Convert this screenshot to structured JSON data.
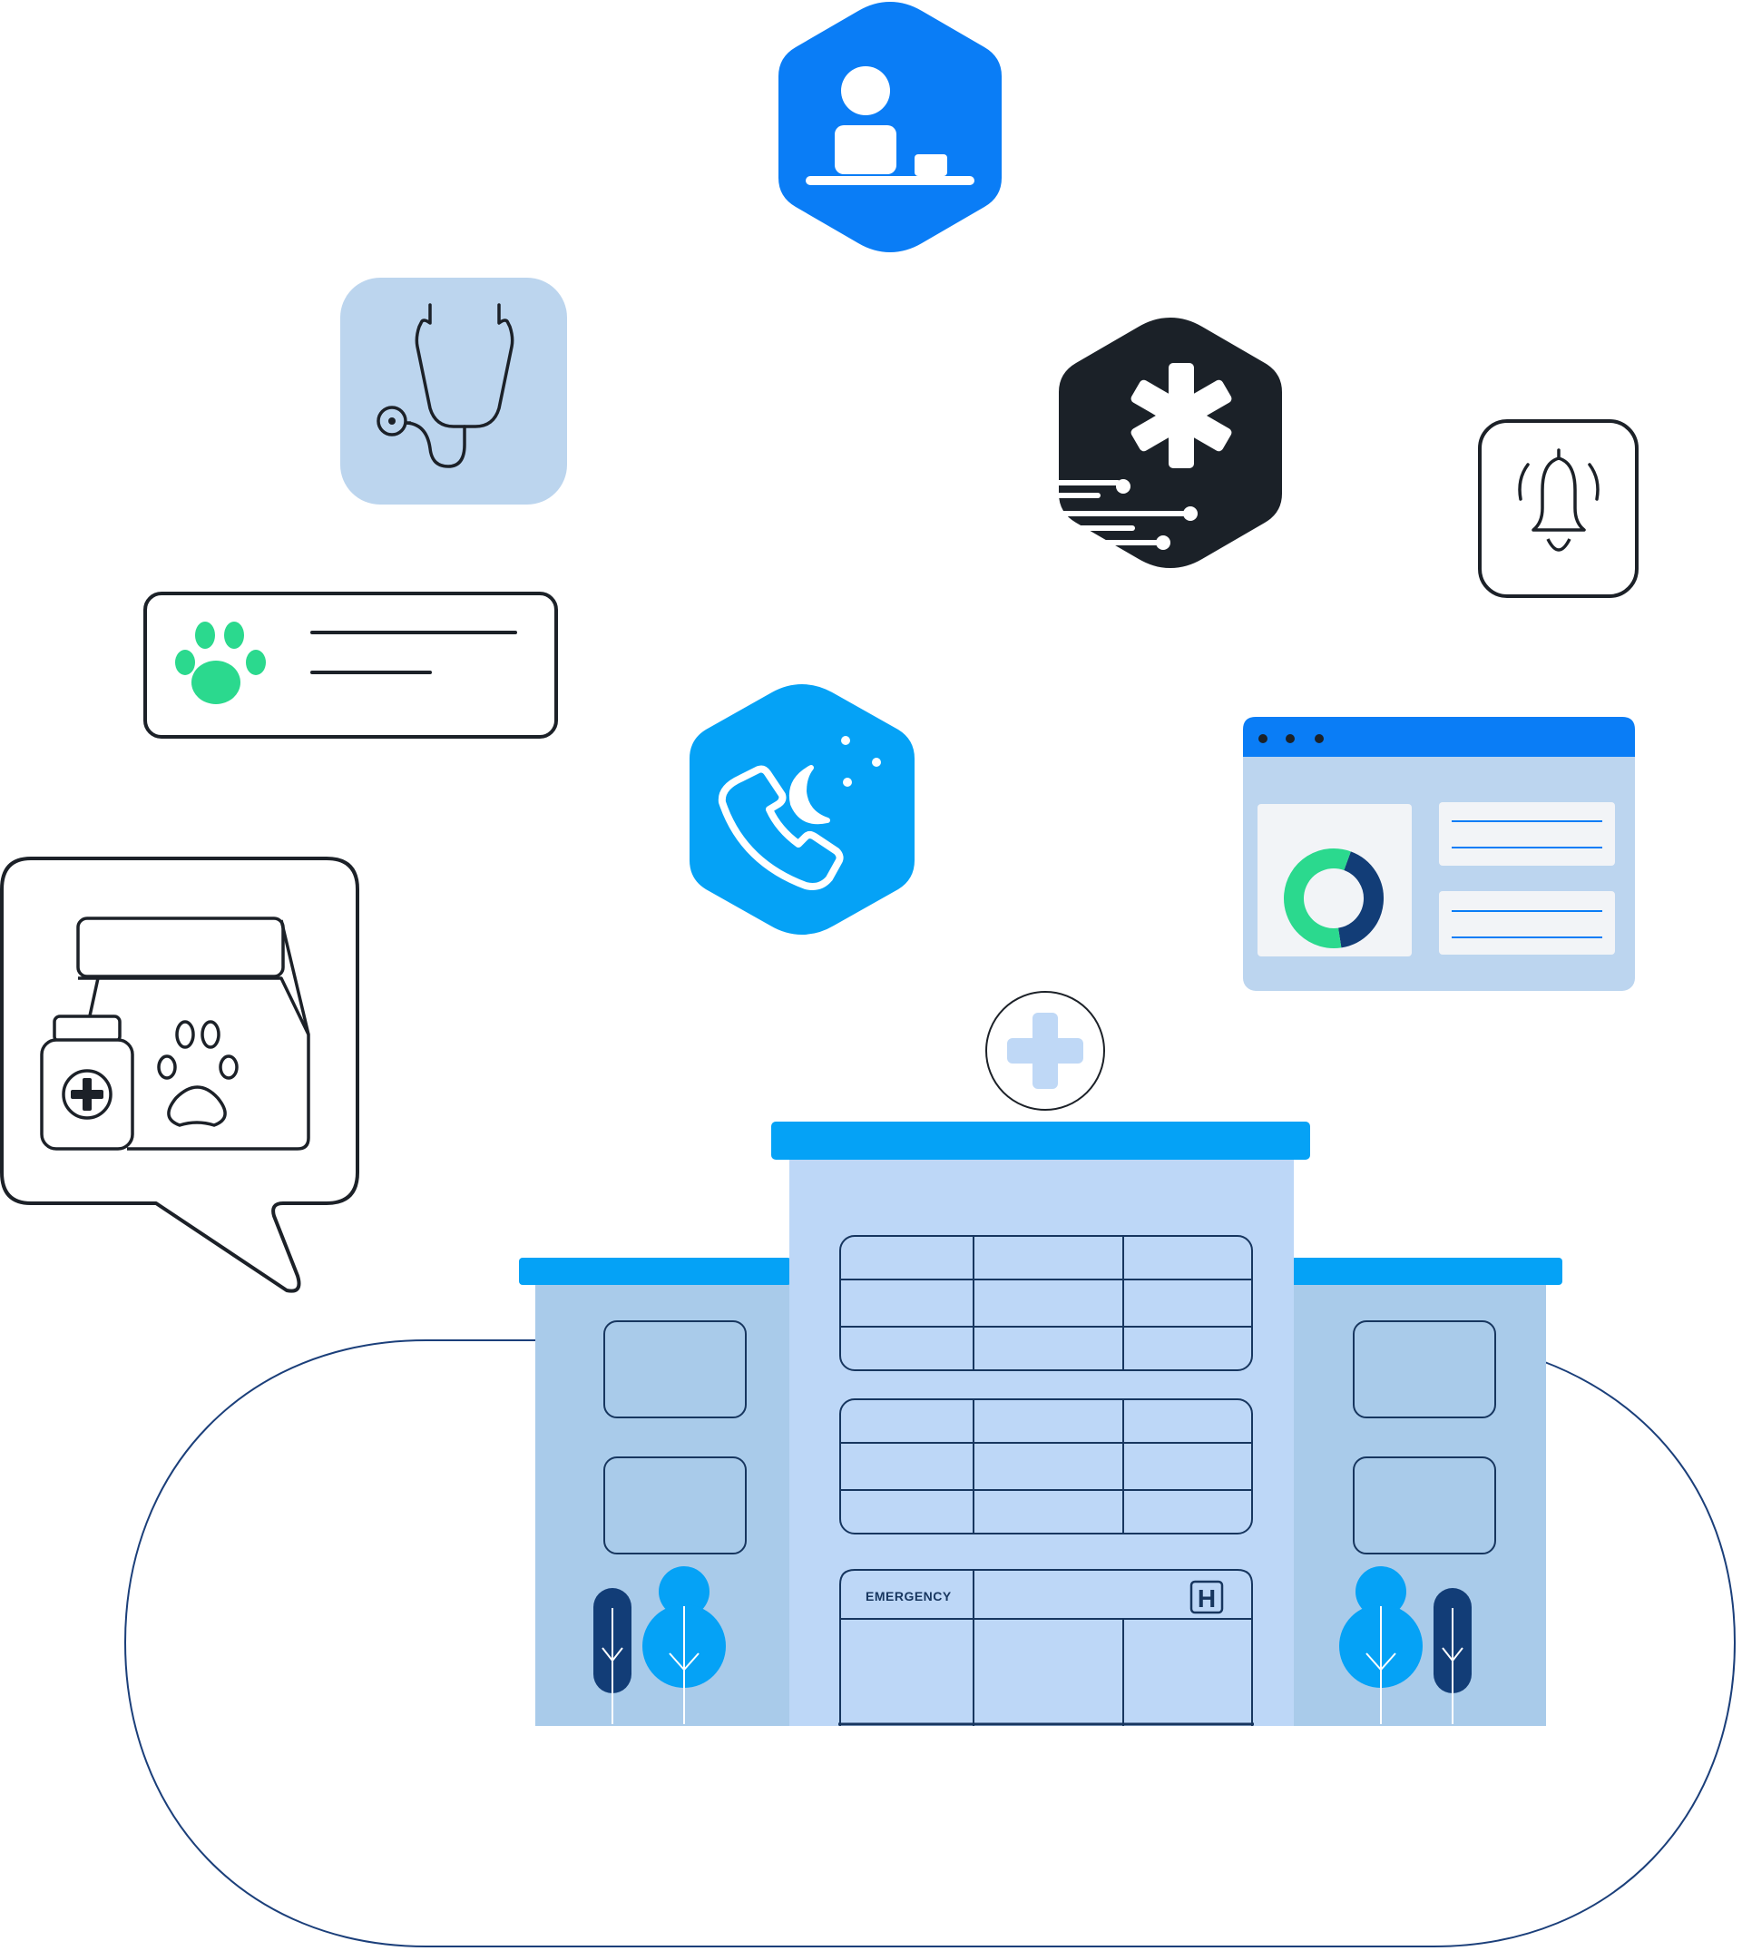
{
  "colors": {
    "outline": "#1c2128",
    "brand_blue": "#0a7df6",
    "sky_blue": "#05a2f6",
    "light_blue": "#b8d4ef",
    "pale_blue": "#bfd8f6",
    "navy": "#123d77",
    "green": "#2bd98e",
    "dark": "#1b2128",
    "building_side": "#a9cbea",
    "building_center": "#bdd7f7",
    "roof": "#05a2f6",
    "window_stroke": "#17365f",
    "cloud_stroke": "#1b3f7a"
  },
  "icons": {
    "receptionist": "receptionist-hexagon-icon",
    "stethoscope": "stethoscope-icon",
    "emergency": "star-of-life-icon",
    "alarm": "bell-alarm-icon",
    "pet_record": "paw-icon",
    "after_hours": "night-phone-icon",
    "dashboard": "donut-chart-icon",
    "pet_pharmacy": "medicine-bottle-icon",
    "hospital_cross": "medical-cross-icon",
    "hospital_sign": "h-sign-icon"
  },
  "dashboard": {
    "donut_share_navy": 0.42,
    "donut_share_green": 0.58
  },
  "hospital": {
    "sign_label": "EMERGENCY",
    "sign_letter": "H"
  }
}
